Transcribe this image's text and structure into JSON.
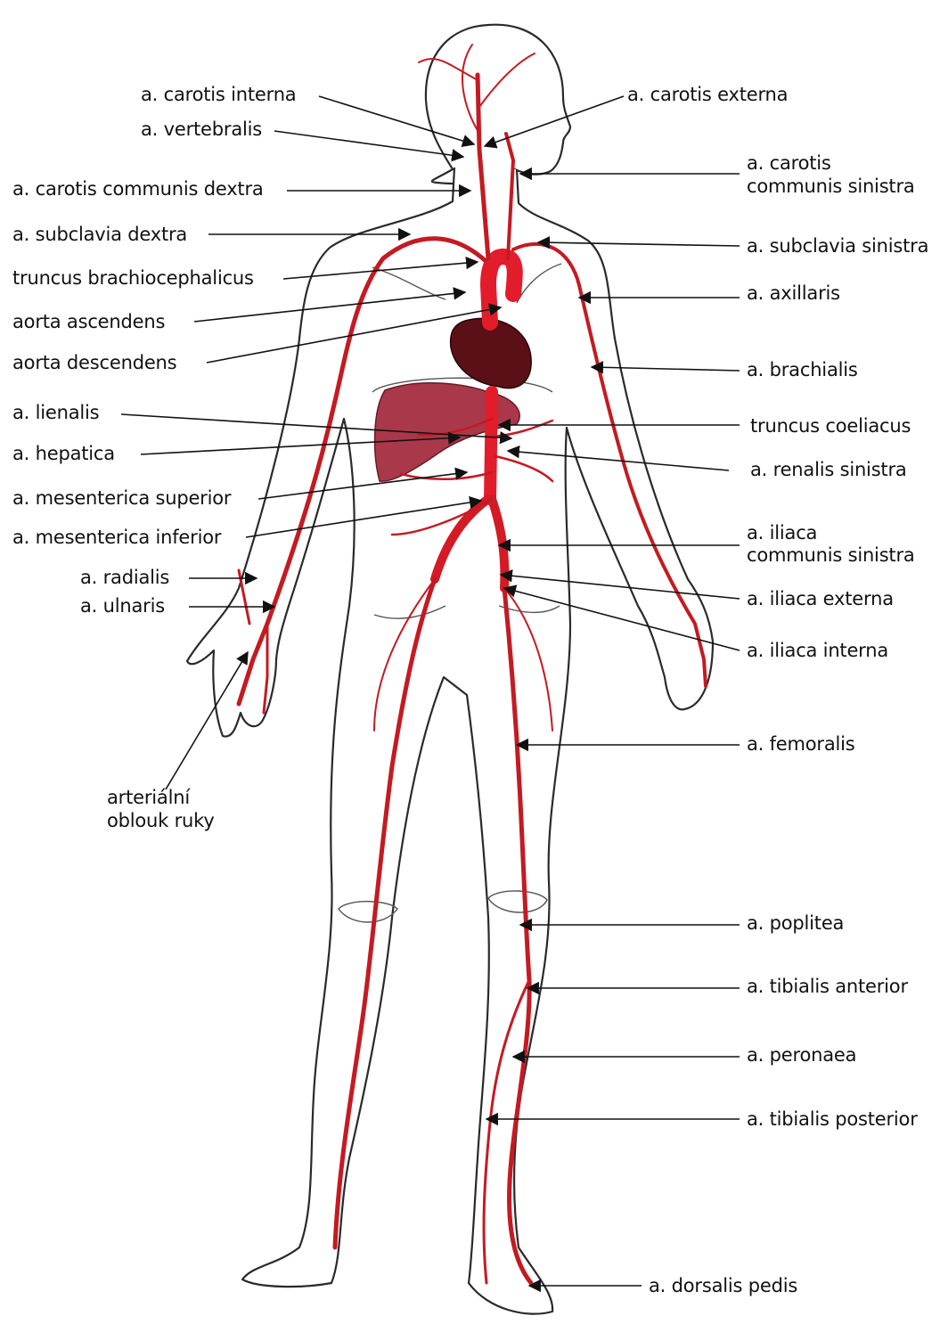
{
  "diagram": {
    "colors": {
      "artery": "#c41a22",
      "outline": "#2a2a2a",
      "heart": "#5a1016",
      "liver": "#a8384a",
      "aorta": "#e31c2c",
      "text": "#111111"
    },
    "left_labels": [
      {
        "id": "carotis-interna",
        "text": "a. carotis interna"
      },
      {
        "id": "vertebralis",
        "text": "a. vertebralis"
      },
      {
        "id": "carotis-communis-dextra",
        "text": "a. carotis communis dextra"
      },
      {
        "id": "subclavia-dextra",
        "text": "a. subclavia dextra"
      },
      {
        "id": "truncus-brachiocephalicus",
        "text": "truncus brachiocephalicus"
      },
      {
        "id": "aorta-ascendens",
        "text": "aorta ascendens"
      },
      {
        "id": "aorta-descendens",
        "text": "aorta descendens"
      },
      {
        "id": "lienalis",
        "text": "a. lienalis"
      },
      {
        "id": "hepatica",
        "text": "a. hepatica"
      },
      {
        "id": "mesenterica-superior",
        "text": "a. mesenterica superior"
      },
      {
        "id": "mesenterica-inferior",
        "text": "a. mesenterica inferior"
      },
      {
        "id": "radialis",
        "text": "a. radialis"
      },
      {
        "id": "ulnaris",
        "text": "a. ulnaris"
      },
      {
        "id": "arcus-line1",
        "text": "arteriální"
      },
      {
        "id": "arcus-line2",
        "text": "oblouk ruky"
      }
    ],
    "right_labels": [
      {
        "id": "carotis-externa",
        "text": "a. carotis externa"
      },
      {
        "id": "carotis-communis-sinistra-1",
        "text": "a. carotis"
      },
      {
        "id": "carotis-communis-sinistra-2",
        "text": "communis sinistra"
      },
      {
        "id": "subclavia-sinistra",
        "text": "a. subclavia sinistra"
      },
      {
        "id": "axillaris",
        "text": "a. axillaris"
      },
      {
        "id": "brachialis",
        "text": "a. brachialis"
      },
      {
        "id": "truncus-coeliacus",
        "text": "truncus coeliacus"
      },
      {
        "id": "renalis-sinistra",
        "text": "a. renalis sinistra"
      },
      {
        "id": "iliaca-communis-1",
        "text": "a. iliaca"
      },
      {
        "id": "iliaca-communis-2",
        "text": "communis sinistra"
      },
      {
        "id": "iliaca-externa",
        "text": "a. iliaca externa"
      },
      {
        "id": "iliaca-interna",
        "text": "a. iliaca interna"
      },
      {
        "id": "femoralis",
        "text": "a. femoralis"
      },
      {
        "id": "poplitea",
        "text": "a. poplitea"
      },
      {
        "id": "tibialis-anterior",
        "text": "a. tibialis anterior"
      },
      {
        "id": "peronaea",
        "text": "a. peronaea"
      },
      {
        "id": "tibialis-posterior",
        "text": "a. tibialis posterior"
      },
      {
        "id": "dorsalis-pedis",
        "text": "a. dorsalis pedis"
      }
    ]
  }
}
